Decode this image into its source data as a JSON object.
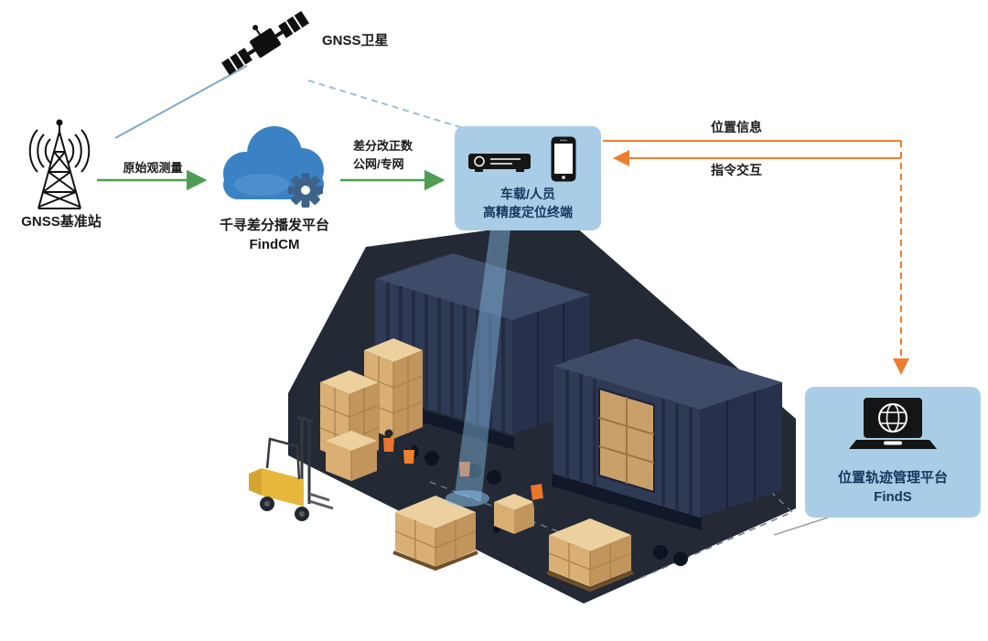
{
  "diagram": {
    "satellite": {
      "label": "GNSS卫星"
    },
    "base_station": {
      "label": "GNSS基准站"
    },
    "cloud": {
      "line1": "千寻差分播发平台",
      "line2": "FindCM"
    },
    "terminal": {
      "line1": "车载/人员",
      "line2": "高精度定位终端"
    },
    "platform": {
      "line1": "位置轨迹管理平台",
      "line2": "FindS"
    },
    "edges": {
      "raw": {
        "label": "原始观测量"
      },
      "corrections": {
        "line1": "差分改正数",
        "line2": "公网/专网"
      },
      "position": {
        "label": "位置信息"
      },
      "command": {
        "label": "指令交互"
      }
    }
  },
  "colors": {
    "panel_blue": "#a9cde6",
    "text_navy": "#17365d",
    "arrow_green": "#4f9d52",
    "arrow_orange": "#ed7d31",
    "cloud_blue": "#3b82c4",
    "satellite_line_blue": "#7fa8c9",
    "scene_navy": "#232a36",
    "carton_tan": "#d9af74",
    "beam_blue": "rgba(135,190,230,0.45)"
  }
}
